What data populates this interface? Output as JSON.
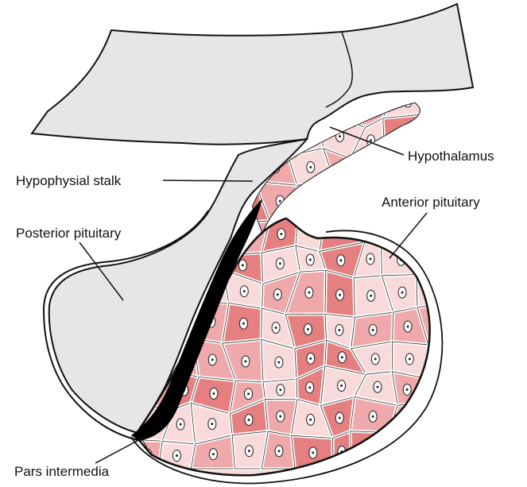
{
  "labels": {
    "hypothalamus": "Hypothalamus",
    "hypophysial_stalk": "Hypophysial stalk",
    "anterior_pituitary": "Anterior pituitary",
    "posterior_pituitary": "Posterior pituitary",
    "pars_intermedia": "Pars intermedia"
  },
  "colors": {
    "neural_tissue": "#e6e6e6",
    "pars_intermedia": "#000000",
    "cell_dark": "#e57f80",
    "cell_mid": "#f0a9aa",
    "cell_light": "#f9dada",
    "outline": "#111111"
  }
}
